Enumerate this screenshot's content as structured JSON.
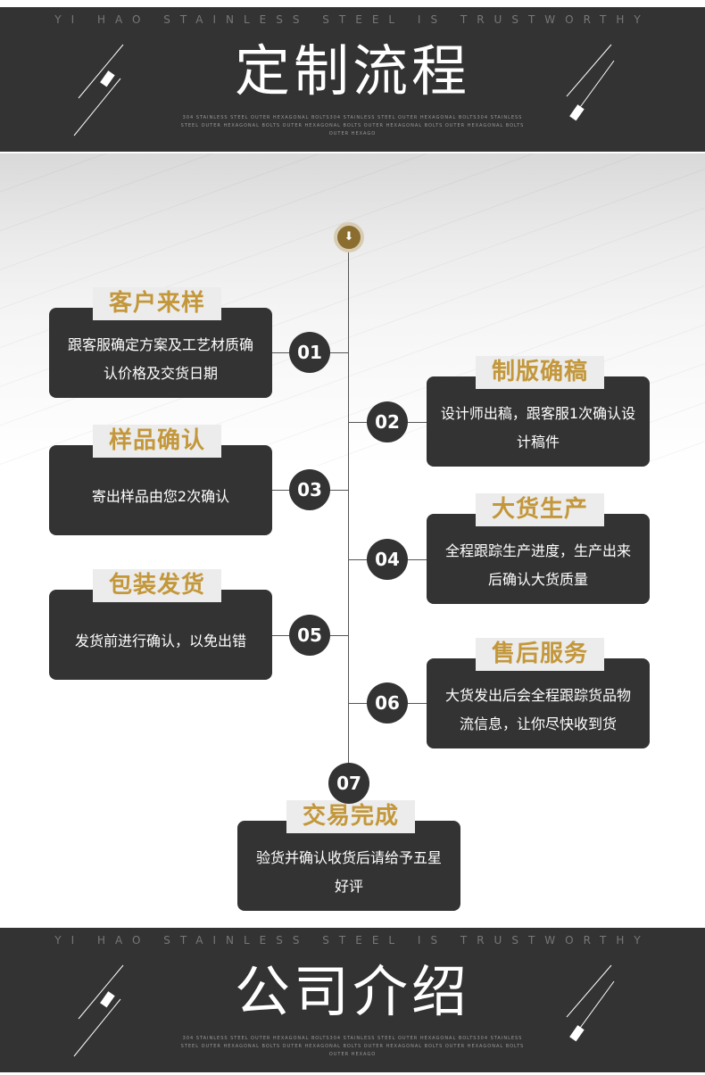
{
  "header": {
    "tagline": "YI HAO STAINLESS STEEL IS TRUSTWORTHY",
    "title": "定制流程",
    "small_text": "304 STAINLESS STEEL OUTER HEXAGONAL BOLTS304 STAINLESS STEEL OUTER HEXAGONAL BOLTS304 STAINLESS STEEL OUTER HEXAGONAL BOLTS OUTER HEXAGONAL BOLTS OUTER HEXAGONAL BOLTS OUTER HEXAGONAL BOLTS OUTER HEXAGO"
  },
  "top_icon": "double-chevron-down-icon",
  "colors": {
    "dark": "#333333",
    "gold": "#c3973a",
    "icon_gold": "#8a6d2f"
  },
  "steps": [
    {
      "num": "01",
      "title": "客户来样",
      "desc": "跟客服确定方案及工艺材质确认价格及交货日期"
    },
    {
      "num": "02",
      "title": "制版确稿",
      "desc": "设计师出稿，跟客服1次确认设计稿件"
    },
    {
      "num": "03",
      "title": "样品确认",
      "desc": "寄出样品由您2次确认"
    },
    {
      "num": "04",
      "title": "大货生产",
      "desc": "全程跟踪生产进度，生产出来后确认大货质量"
    },
    {
      "num": "05",
      "title": "包装发货",
      "desc": "发货前进行确认，以免出错"
    },
    {
      "num": "06",
      "title": "售后服务",
      "desc": "大货发出后会全程跟踪货品物流信息，让你尽快收到货"
    },
    {
      "num": "07",
      "title": "交易完成",
      "desc": "验货并确认收货后请给予五星好评"
    }
  ],
  "footer": {
    "tagline": "YI HAO STAINLESS STEEL IS TRUSTWORTHY",
    "title": "公司介绍",
    "small_text": "304 STAINLESS STEEL OUTER HEXAGONAL BOLTS304 STAINLESS STEEL OUTER HEXAGONAL BOLTS304 STAINLESS STEEL OUTER HEXAGONAL BOLTS OUTER HEXAGONAL BOLTS OUTER HEXAGONAL BOLTS OUTER HEXAGONAL BOLTS OUTER HEXAGO"
  }
}
